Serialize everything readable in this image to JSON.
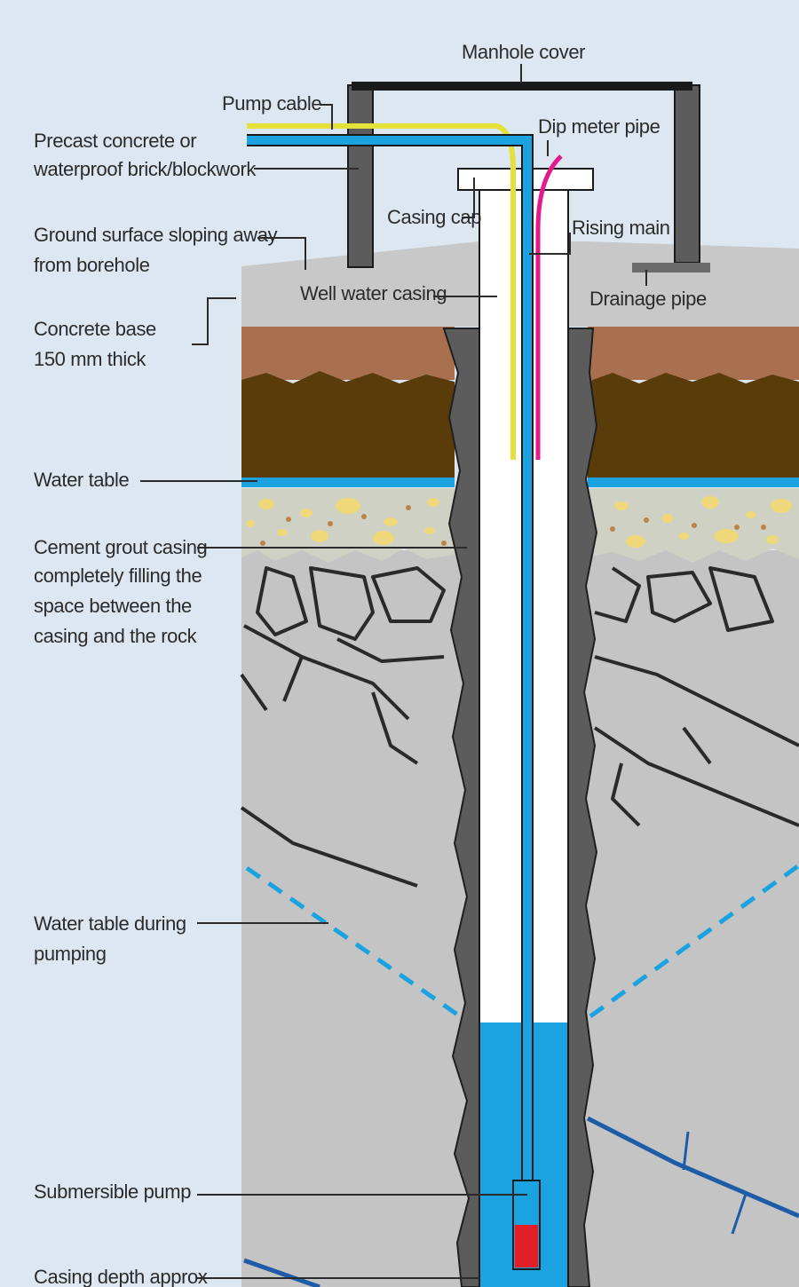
{
  "labels": {
    "manhole_cover": "Manhole cover",
    "pump_cable": "Pump cable",
    "dip_meter_pipe": "Dip meter pipe",
    "precast_line1": "Precast concrete or",
    "precast_line2": "waterproof brick/blockwork",
    "casing_cap": "Casing cap",
    "rising_main": "Rising main",
    "ground_line1": "Ground surface sloping away",
    "ground_line2": "from borehole",
    "well_water_casing": "Well water casing",
    "drainage_pipe": "Drainage pipe",
    "concrete_line1": "Concrete base",
    "concrete_line2": "150 mm thick",
    "water_table": "Water table",
    "grout_line1": "Cement grout casing",
    "grout_line2": "completely filling the",
    "grout_line3": "space between the",
    "grout_line4": "casing and the rock",
    "pumping_line1": "Water table during",
    "pumping_line2": "pumping",
    "submersible_pump": "Submersible pump",
    "casing_depth": "Casing depth approx"
  },
  "colors": {
    "background": "#dce7f2",
    "concrete": "#c8c8c8",
    "rock": "#c4c4c4",
    "topsoil": "#a9704f",
    "subsoil": "#5a3c0b",
    "water": "#1aa3e0",
    "gravel": "#cfd1c4",
    "cable": "#e3e13a",
    "dip_pipe": "#e4198a",
    "pump_body": "#e21f26",
    "grout": "#5c5c5c"
  }
}
